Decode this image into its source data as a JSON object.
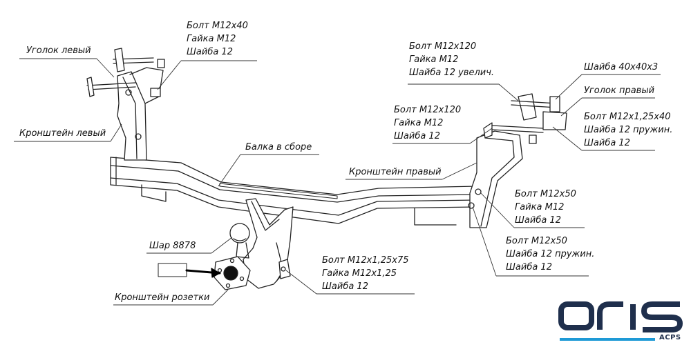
{
  "diagram": {
    "labels": {
      "bolt_m12x40": [
        "Болт М12х40",
        "Гайка М12",
        "Шайба 12"
      ],
      "corner_left": "Уголок левый",
      "bracket_left": "Кронштейн левый",
      "beam": "Балка в сборе",
      "bolt_m12x120_a": [
        "Болт М12х120",
        "Гайка М12",
        "Шайба 12 увелич."
      ],
      "washer_40x40x3": "Шайба 40х40х3",
      "corner_right": "Уголок правый",
      "bolt_m12x120_b": [
        "Болт М12х120",
        "Гайка М12",
        "Шайба 12"
      ],
      "bolt_m12x125x40": [
        "Болт М12х1,25х40",
        "Шайба 12 пружин.",
        "Шайба 12"
      ],
      "bracket_right": "Кронштейн правый",
      "bolt_m12x50_a": [
        "Болт М12х50",
        "Гайка М12",
        "Шайба 12"
      ],
      "bolt_m12x50_b": [
        "Болт М12х50",
        "Шайба 12 пружин.",
        "Шайба 12"
      ],
      "ball": "Шар 8878",
      "bolt_m12x125x75": [
        "Болт М12х1,25х75",
        "Гайка М12х1,25",
        "Шайба 12"
      ],
      "socket_bracket": "Кронштейн розетки"
    }
  },
  "logo": {
    "name": "ORIS",
    "tag": "ACPS",
    "colors": {
      "dark": "#1f2f4c",
      "accent": "#1e9ad6"
    }
  }
}
